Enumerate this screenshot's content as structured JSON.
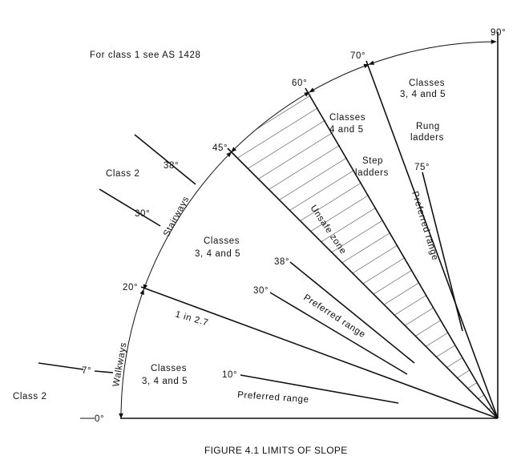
{
  "note": "For class 1 see AS 1428",
  "caption": "FIGURE 4.1  LIMITS OF SLOPE",
  "angles": {
    "a0": "0°",
    "a7": "7°",
    "a20": "20°",
    "a30_out": "30°",
    "a38_out": "38°",
    "a45": "45°",
    "a60": "60°",
    "a70": "70°",
    "a90": "90°",
    "a10": "10°",
    "a30": "30°",
    "a38": "38°",
    "a75": "75°"
  },
  "zones": {
    "class2_low": "Class 2",
    "class2_high": "Class 2",
    "walk_classes_1": "Classes",
    "walk_classes_2": "3, 4 and 5",
    "stair_classes_1": "Classes",
    "stair_classes_2": "3, 4 and 5",
    "step_classes_1": "Classes",
    "step_classes_2": "4 and 5",
    "rung_classes_1": "Classes",
    "rung_classes_2": "3, 4 and 5",
    "step_ladders_1": "Step",
    "step_ladders_2": "ladders",
    "rung_ladders_1": "Rung",
    "rung_ladders_2": "ladders",
    "unsafe": "Unsafe zone",
    "walkways": "Walkways",
    "stairways": "Stairways",
    "ratio": "1 in 2.7",
    "pref_walk": "Preferred range",
    "pref_stair": "Preferred range",
    "pref_rung": "Preferred range"
  }
}
